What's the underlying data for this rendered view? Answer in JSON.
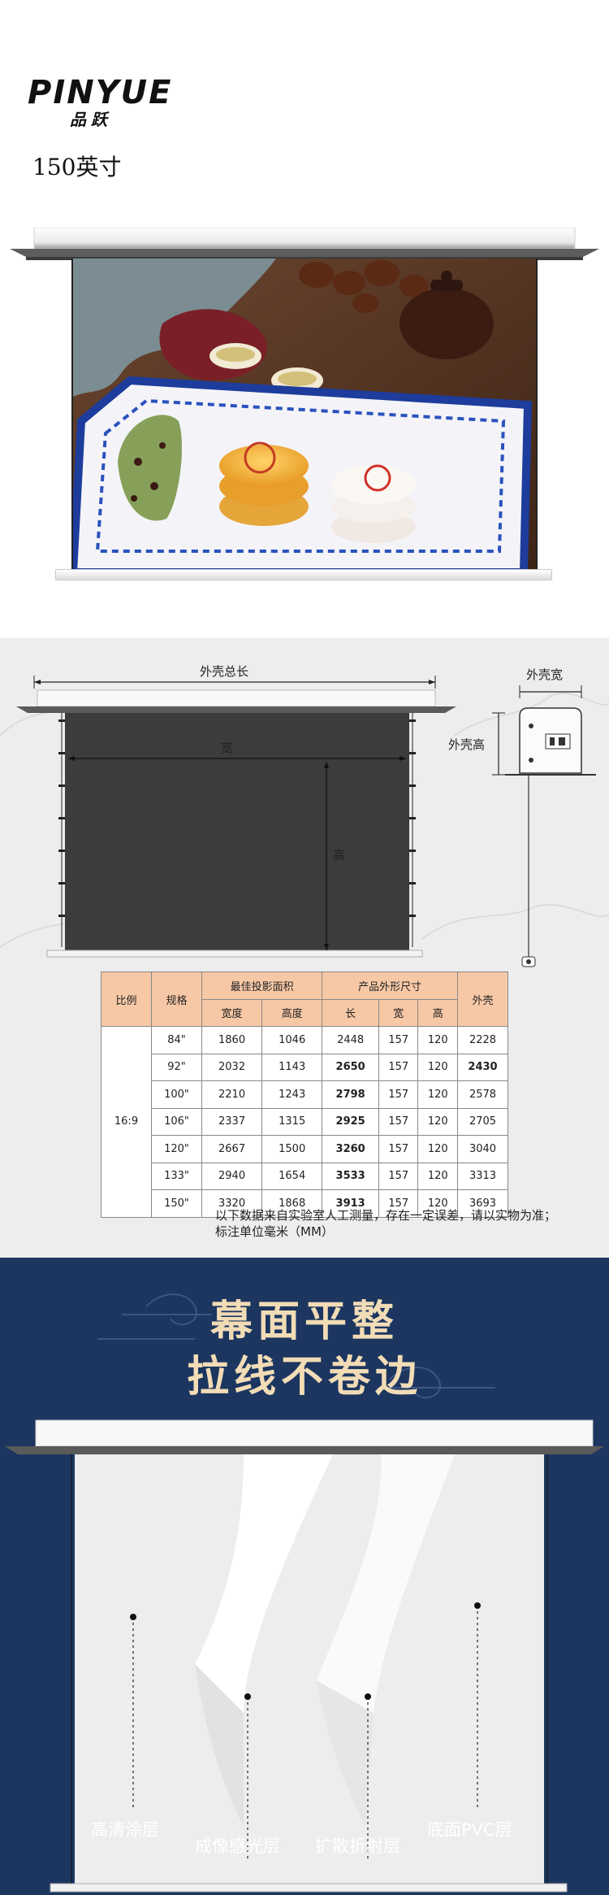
{
  "brand": {
    "logo_text": "PINYUE",
    "logo_sub": "品跃"
  },
  "product": {
    "size_label": "150英寸"
  },
  "diagram": {
    "outer_total_length": "外壳总长",
    "outer_width": "外壳宽",
    "outer_height": "外壳高",
    "screen_width": "宽",
    "screen_height": "高"
  },
  "table": {
    "headers": {
      "ratio": "比例",
      "spec": "规格",
      "best_area": "最佳投影面积",
      "product_size": "产品外形尺寸",
      "shell": "外壳",
      "width": "宽度",
      "height": "高度",
      "length": "长",
      "w": "宽",
      "h": "高"
    },
    "ratio_value": "16:9",
    "rows": [
      {
        "spec": "84\"",
        "area_w": "1860",
        "area_h": "1046",
        "len": "2448",
        "w": "157",
        "h": "120",
        "shell": "2228"
      },
      {
        "spec": "92\"",
        "area_w": "2032",
        "area_h": "1143",
        "len": "2650",
        "w": "157",
        "h": "120",
        "shell": "2430"
      },
      {
        "spec": "100\"",
        "area_w": "2210",
        "area_h": "1243",
        "len": "2798",
        "w": "157",
        "h": "120",
        "shell": "2578"
      },
      {
        "spec": "106\"",
        "area_w": "2337",
        "area_h": "1315",
        "len": "2925",
        "w": "157",
        "h": "120",
        "shell": "2705"
      },
      {
        "spec": "120\"",
        "area_w": "2667",
        "area_h": "1500",
        "len": "3260",
        "w": "157",
        "h": "120",
        "shell": "3040"
      },
      {
        "spec": "133\"",
        "area_w": "2940",
        "area_h": "1654",
        "len": "3533",
        "w": "157",
        "h": "120",
        "shell": "3313"
      },
      {
        "spec": "150\"",
        "area_w": "3320",
        "area_h": "1868",
        "len": "3913",
        "w": "157",
        "h": "120",
        "shell": "3693"
      }
    ],
    "note_line1": "以下数据来自实验室人工测量，存在一定误差，请以实物为准；",
    "note_line2": "标注单位毫米（MM）"
  },
  "feature": {
    "title_line1": "幕面平整",
    "title_line2": "拉线不卷边",
    "layers": [
      "高清涂层",
      "成像感光层",
      "扩散折射层",
      "底面PVC层"
    ]
  },
  "colors": {
    "navy_bg": "#1c3660",
    "title_gold": "#f2dcb6",
    "table_header": "#f7c8a6",
    "section_gray": "#ededed"
  }
}
